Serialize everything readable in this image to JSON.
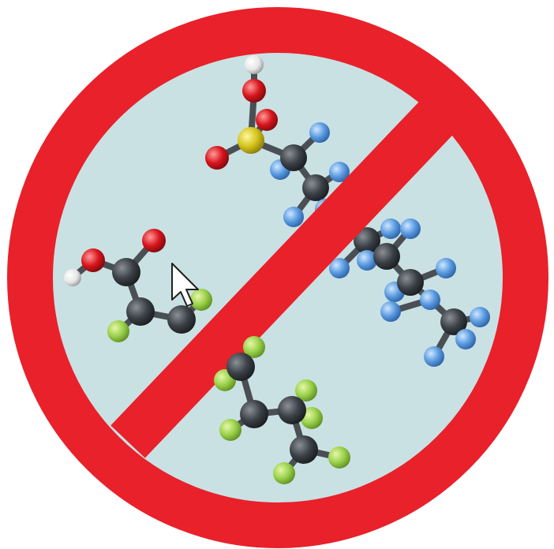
{
  "sign": {
    "type": "prohibition-sign",
    "ring_color": "#e8212b",
    "slash_color": "#e8212b",
    "field_color": "#c9e1e3"
  },
  "molecules": [
    {
      "name": "carboxylic-acid-chain",
      "carbon_color": "#3b4147",
      "substituent_color": "#9ad14b",
      "oxygen_color": "#d8151c",
      "hydrogen_color": "#e6e6e6"
    },
    {
      "name": "sulfonic-acid-chain",
      "carbon_color": "#3b4147",
      "substituent_color": "#5b9be0",
      "sulfur_color": "#d4c41c",
      "oxygen_color": "#d8151c",
      "hydrogen_color": "#e6e6e6"
    },
    {
      "name": "alkane-chain",
      "carbon_color": "#3b4147",
      "substituent_color": "#5b9be0"
    }
  ],
  "cursor": {
    "icon": "arrow-pointer-icon"
  }
}
